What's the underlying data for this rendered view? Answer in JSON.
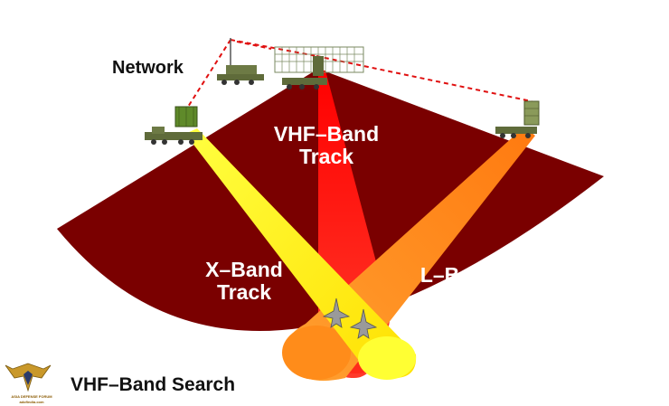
{
  "labels": {
    "network": "Network",
    "vhf_band_track": "VHF–Band\nTrack",
    "x_band_track": "X–Band\nTrack",
    "l_band_track": "L–Band\nTrack",
    "vhf_band_search": "VHF–Band Search"
  },
  "logo": {
    "line1": "ASIA DEFENSE FORUM",
    "line2": "adofindia.com"
  },
  "colors": {
    "search_sector": "#7a0000",
    "vhf_beam": "#ff1a1a",
    "x_beam": "#ffff33",
    "l_beam": "#ff8c1a",
    "network_link": "#e01010",
    "radar_vehicle": "#5f6b3a"
  },
  "icons": [
    "radar-vehicle-icon",
    "aircraft-icon",
    "emblem-icon"
  ]
}
